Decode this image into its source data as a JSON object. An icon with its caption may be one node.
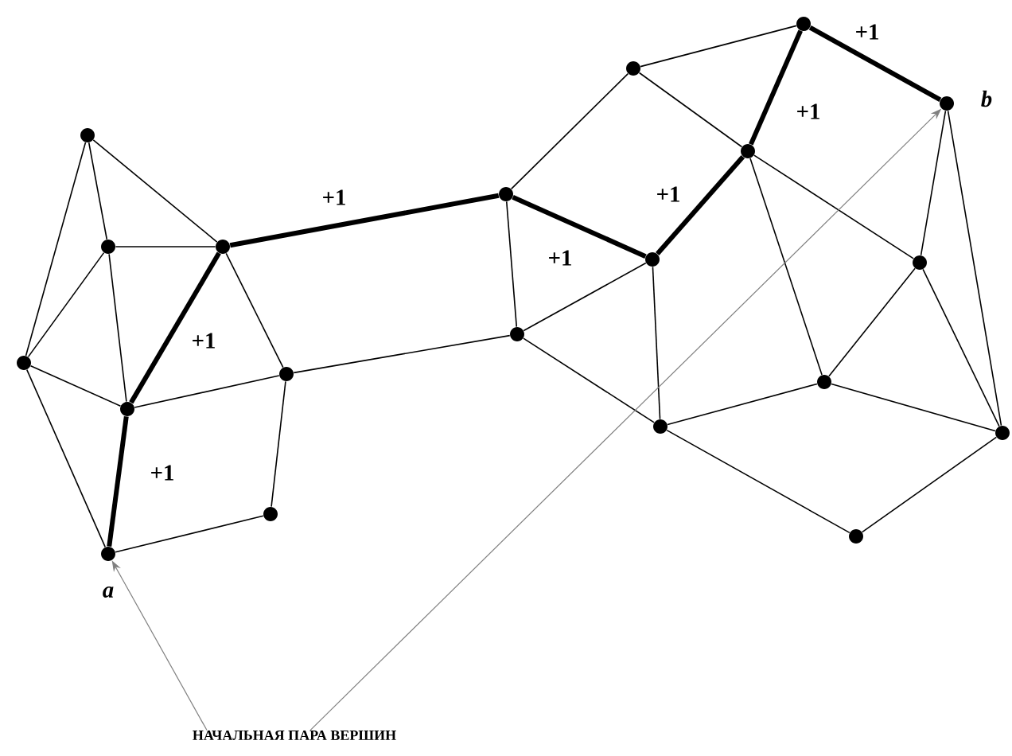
{
  "diagram": {
    "nodes": [
      {
        "text": [],
        "shape": "circle"
      },
      {
        "text": [],
        "shape": "circle"
      },
      {
        "text": [],
        "shape": "circle"
      },
      {
        "text": [],
        "shape": "circle"
      },
      {
        "text": [],
        "shape": "circle"
      },
      {
        "text": [],
        "shape": "circle"
      },
      {
        "text": [],
        "shape": "circle"
      },
      {
        "text": [],
        "shape": "circle",
        "beside": [
          "a"
        ]
      },
      {
        "text": [],
        "shape": "circle"
      },
      {
        "text": [],
        "shape": "circle"
      },
      {
        "text": [],
        "shape": "circle"
      },
      {
        "text": [],
        "shape": "circle"
      },
      {
        "text": [],
        "shape": "circle"
      },
      {
        "text": [],
        "shape": "circle"
      },
      {
        "text": [],
        "shape": "circle",
        "beside": [
          "b"
        ]
      },
      {
        "text": [],
        "shape": "circle"
      },
      {
        "text": [],
        "shape": "circle"
      },
      {
        "text": [],
        "shape": "circle"
      },
      {
        "text": [],
        "shape": "circle"
      },
      {
        "text": [],
        "shape": "circle"
      },
      {
        "text": [
          "НАЧАЛЬНАЯ ПАРА ВЕРШИН"
        ]
      }
    ],
    "edges": [
      {
        "from": 0,
        "to": 1,
        "arrow": "none"
      },
      {
        "from": 0,
        "to": 2,
        "arrow": "none"
      },
      {
        "from": 0,
        "to": 3,
        "arrow": "none"
      },
      {
        "from": 1,
        "to": 2,
        "arrow": "none"
      },
      {
        "from": 1,
        "to": 3,
        "arrow": "none"
      },
      {
        "from": 1,
        "to": 4,
        "arrow": "none"
      },
      {
        "from": 3,
        "to": 4,
        "arrow": "none"
      },
      {
        "from": 3,
        "to": 7,
        "arrow": "none"
      },
      {
        "from": 2,
        "to": 4,
        "arrow": "none",
        "style": "thick",
        "label": "+1"
      },
      {
        "from": 2,
        "to": 5,
        "arrow": "none"
      },
      {
        "from": 4,
        "to": 5,
        "arrow": "none"
      },
      {
        "from": 4,
        "to": 7,
        "arrow": "none",
        "style": "thick",
        "label": "+1"
      },
      {
        "from": 7,
        "to": 6,
        "arrow": "none"
      },
      {
        "from": 6,
        "to": 5,
        "arrow": "none"
      },
      {
        "from": 2,
        "to": 8,
        "arrow": "none",
        "style": "thick",
        "label": "+1"
      },
      {
        "from": 5,
        "to": 9,
        "arrow": "none"
      },
      {
        "from": 8,
        "to": 9,
        "arrow": "none"
      },
      {
        "from": 8,
        "to": 10,
        "arrow": "none",
        "style": "thick",
        "label": "+1"
      },
      {
        "from": 9,
        "to": 10,
        "arrow": "none"
      },
      {
        "from": 8,
        "to": 11,
        "arrow": "none"
      },
      {
        "from": 11,
        "to": 12,
        "arrow": "none"
      },
      {
        "from": 11,
        "to": 13,
        "arrow": "none"
      },
      {
        "from": 10,
        "to": 13,
        "arrow": "none",
        "style": "thick",
        "label": "+1"
      },
      {
        "from": 13,
        "to": 12,
        "arrow": "none",
        "style": "thick",
        "label": "+1"
      },
      {
        "from": 12,
        "to": 14,
        "arrow": "none",
        "style": "thick",
        "label": "+1"
      },
      {
        "from": 10,
        "to": 17,
        "arrow": "none"
      },
      {
        "from": 9,
        "to": 17,
        "arrow": "none"
      },
      {
        "from": 13,
        "to": 15,
        "arrow": "none"
      },
      {
        "from": 13,
        "to": 16,
        "arrow": "none"
      },
      {
        "from": 14,
        "to": 15,
        "arrow": "none"
      },
      {
        "from": 14,
        "to": 18,
        "arrow": "none"
      },
      {
        "from": 15,
        "to": 16,
        "arrow": "none"
      },
      {
        "from": 15,
        "to": 18,
        "arrow": "none"
      },
      {
        "from": 16,
        "to": 17,
        "arrow": "none"
      },
      {
        "from": 16,
        "to": 18,
        "arrow": "none"
      },
      {
        "from": 17,
        "to": 19,
        "arrow": "none"
      },
      {
        "from": 19,
        "to": 18,
        "arrow": "none"
      },
      {
        "from": 20,
        "to": 7,
        "arrow": "to",
        "color": "#808080"
      },
      {
        "from": 20,
        "to": 14,
        "arrow": "to",
        "color": "#808080"
      }
    ]
  }
}
